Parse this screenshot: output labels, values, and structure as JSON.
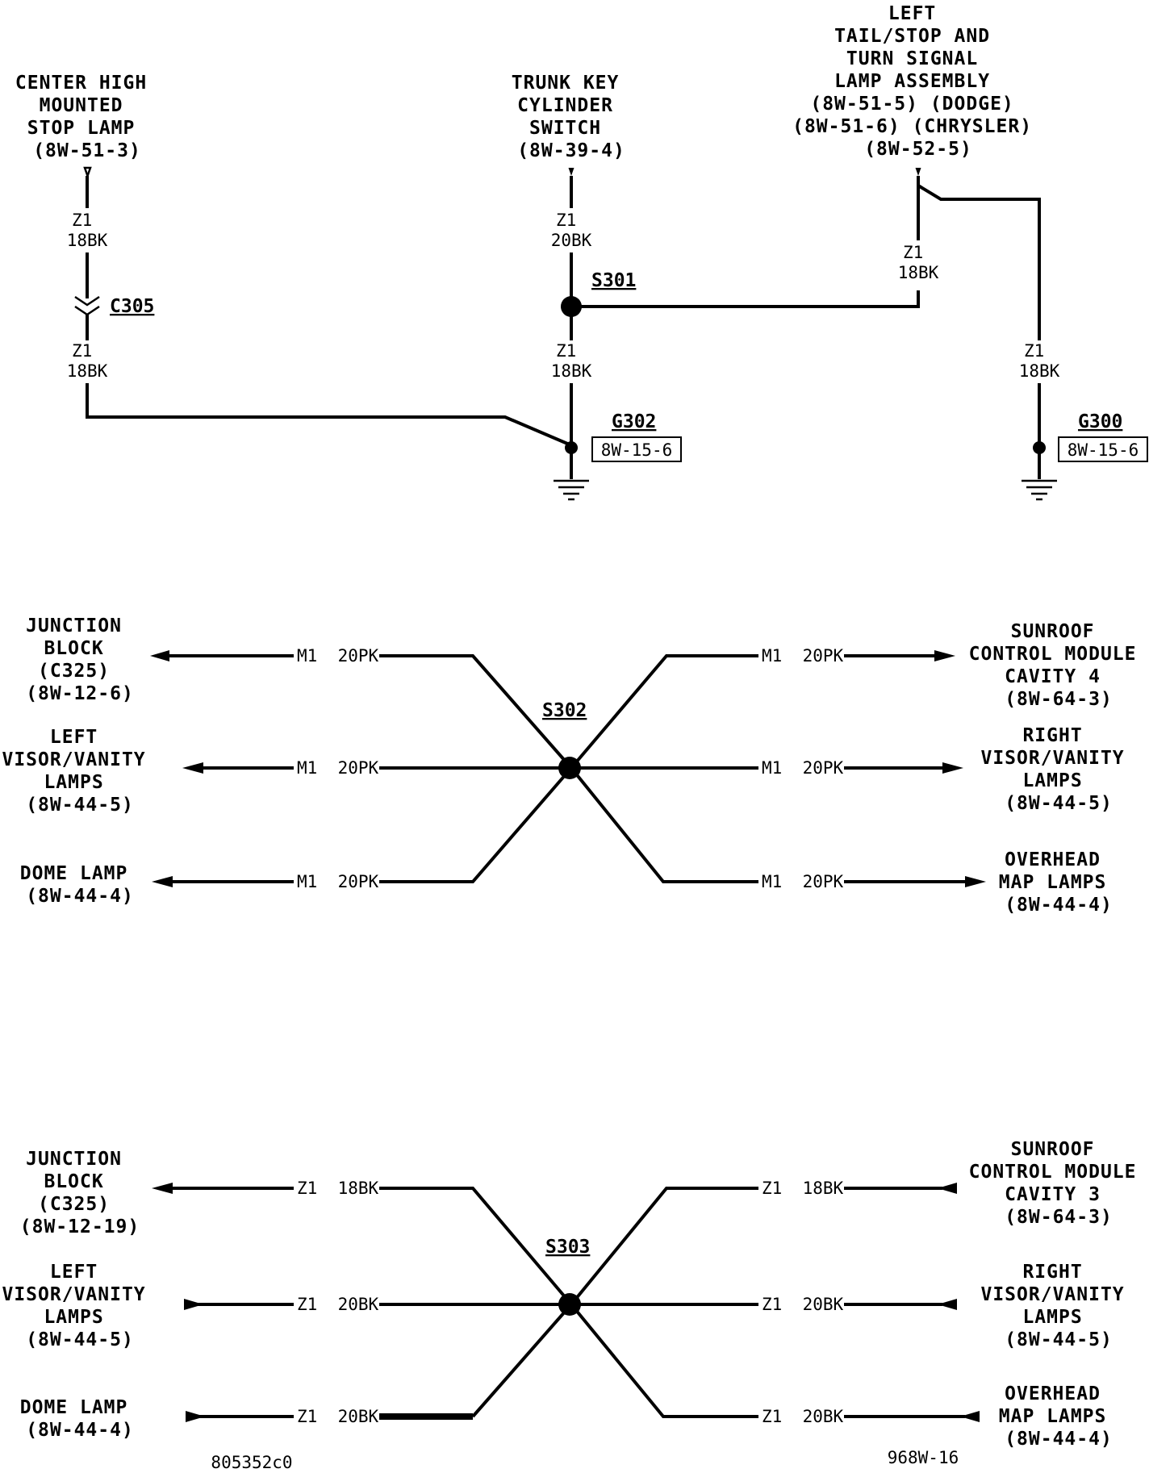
{
  "top": {
    "chmsl": [
      "CENTER HIGH",
      "MOUNTED",
      "STOP LAMP",
      "(8W-51-3)"
    ],
    "trunk": [
      "TRUNK KEY",
      "CYLINDER",
      "SWITCH",
      "(8W-39-4)"
    ],
    "tail": [
      "LEFT",
      "TAIL/STOP AND",
      "TURN SIGNAL",
      "LAMP ASSEMBLY",
      "(8W-51-5) (DODGE)",
      "(8W-51-6) (CHRYSLER)",
      "(8W-52-5)"
    ],
    "wires": {
      "chmsl_upper": [
        "Z1",
        "18BK"
      ],
      "chmsl_lower": [
        "Z1",
        "18BK"
      ],
      "trunk_upper": [
        "Z1",
        "20BK"
      ],
      "trunk_lower": [
        "Z1",
        "18BK"
      ],
      "tail_a": [
        "Z1",
        "18BK"
      ],
      "tail_b": [
        "Z1",
        "18BK"
      ]
    },
    "connector_c305": "C305",
    "splice_s301": "S301",
    "ground_g302": "G302",
    "ground_g302_ref": "8W-15-6",
    "ground_g300": "G300",
    "ground_g300_ref": "8W-15-6"
  },
  "s302": {
    "label": "S302",
    "left": [
      {
        "lines": [
          "JUNCTION",
          "BLOCK",
          "(C325)",
          "(8W-12-6)"
        ],
        "wire": "M1  20PK"
      },
      {
        "lines": [
          "LEFT",
          "VISOR/VANITY",
          "LAMPS",
          "(8W-44-5)"
        ],
        "wire": "M1  20PK"
      },
      {
        "lines": [
          "DOME LAMP",
          "(8W-44-4)"
        ],
        "wire": "M1  20PK"
      }
    ],
    "right": [
      {
        "lines": [
          "SUNROOF",
          "CONTROL MODULE",
          "CAVITY 4",
          "(8W-64-3)"
        ],
        "wire": "M1  20PK"
      },
      {
        "lines": [
          "RIGHT",
          "VISOR/VANITY",
          "LAMPS",
          "(8W-44-5)"
        ],
        "wire": "M1  20PK"
      },
      {
        "lines": [
          "OVERHEAD",
          "MAP LAMPS",
          "(8W-44-4)"
        ],
        "wire": "M1  20PK"
      }
    ]
  },
  "s303": {
    "label": "S303",
    "left": [
      {
        "lines": [
          "JUNCTION",
          "BLOCK",
          "(C325)",
          "(8W-12-19)"
        ],
        "wire": "Z1  18BK"
      },
      {
        "lines": [
          "LEFT",
          "VISOR/VANITY",
          "LAMPS",
          "(8W-44-5)"
        ],
        "wire": "Z1  20BK"
      },
      {
        "lines": [
          "DOME LAMP",
          "(8W-44-4)"
        ],
        "wire": "Z1  20BK"
      }
    ],
    "right": [
      {
        "lines": [
          "SUNROOF",
          "CONTROL MODULE",
          "CAVITY 3",
          "(8W-64-3)"
        ],
        "wire": "Z1  18BK"
      },
      {
        "lines": [
          "RIGHT",
          "VISOR/VANITY",
          "LAMPS",
          "(8W-44-5)"
        ],
        "wire": "Z1  20BK"
      },
      {
        "lines": [
          "OVERHEAD",
          "MAP LAMPS",
          "(8W-44-4)"
        ],
        "wire": "Z1  20BK"
      }
    ]
  },
  "footer": {
    "left_code": "805352c0",
    "right_code": "968W-16"
  }
}
